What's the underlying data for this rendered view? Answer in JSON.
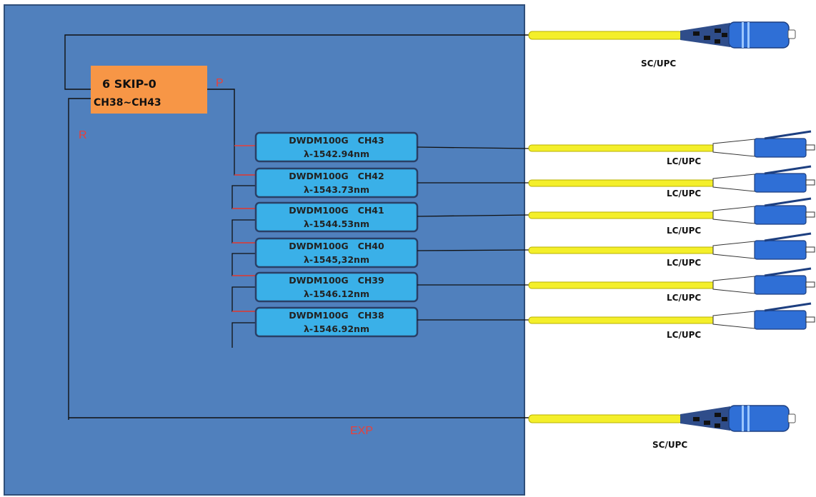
{
  "colors": {
    "panel": "#5080bd",
    "panel_border": "#2f4f7a",
    "skip_box": "#f79646",
    "filter_box": "#3ab0e8",
    "filter_border": "#2a3f66",
    "fiber": "#f4ef2a",
    "connector_blue": "#2f6fd6",
    "port_label": "#e8403a",
    "line": "#111111"
  },
  "skip": {
    "title": "6 SKIP-0",
    "subtitle": "CH38~CH43"
  },
  "ports": {
    "p": "P",
    "r": "R",
    "exp": "EXP"
  },
  "filters": [
    {
      "name": "DWDM100G   CH43",
      "wavelength": "λ-1542.94nm",
      "connector": "LC/UPC"
    },
    {
      "name": "DWDM100G   CH42",
      "wavelength": "λ-1543.73nm",
      "connector": "LC/UPC"
    },
    {
      "name": "DWDM100G   CH41",
      "wavelength": "λ-1544.53nm",
      "connector": "LC/UPC"
    },
    {
      "name": "DWDM100G   CH40",
      "wavelength": "λ-1545,32nm",
      "connector": "LC/UPC"
    },
    {
      "name": "DWDM100G   CH39",
      "wavelength": "λ-1546.12nm",
      "connector": "LC/UPC"
    },
    {
      "name": "DWDM100G   CH38",
      "wavelength": "λ-1546.92nm",
      "connector": "LC/UPC"
    }
  ],
  "connectors": {
    "top": "SC/UPC",
    "bottom": "SC/UPC"
  }
}
